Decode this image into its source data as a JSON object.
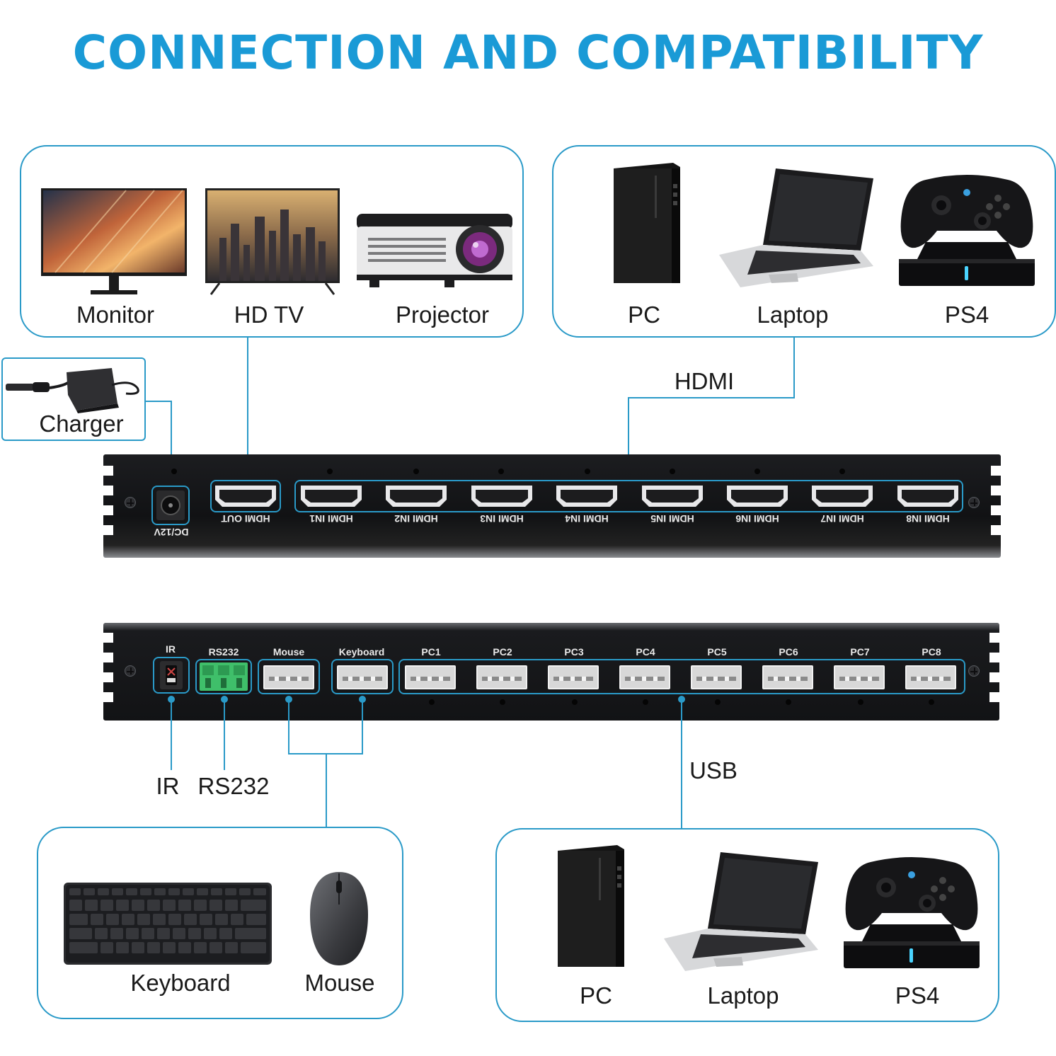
{
  "title": "CONNECTION AND COMPATIBILITY",
  "colors": {
    "accent": "#1a9ad6",
    "line": "#2a9ac8",
    "device": "#141518"
  },
  "outputs_panel": {
    "items": [
      "Monitor",
      "HD TV",
      "Projector"
    ]
  },
  "sources_top_panel": {
    "items": [
      "PC",
      "Laptop",
      "PS4"
    ]
  },
  "charger": {
    "label": "Charger"
  },
  "hdmi_label": "HDMI",
  "usb_label": "USB",
  "front_device": {
    "power_label": "DC/12V",
    "out_label": "HDMI OUT",
    "in_labels": [
      "HDMI IN1",
      "HDMI IN2",
      "HDMI IN3",
      "HDMI IN4",
      "HDMI IN5",
      "HDMI IN6",
      "HDMI IN7",
      "HDMI IN8"
    ]
  },
  "rear_device": {
    "ir_label": "IR",
    "rs232_label": "RS232",
    "mouse_label": "Mouse",
    "keyboard_label": "Keyboard",
    "pc_labels": [
      "PC1",
      "PC2",
      "PC3",
      "PC4",
      "PC5",
      "PC6",
      "PC7",
      "PC8"
    ]
  },
  "callouts": {
    "ir": "IR",
    "rs232": "RS232"
  },
  "peripherals_panel": {
    "items": [
      "Keyboard",
      "Mouse"
    ]
  },
  "sources_bottom_panel": {
    "items": [
      "PC",
      "Laptop",
      "PS4"
    ]
  }
}
